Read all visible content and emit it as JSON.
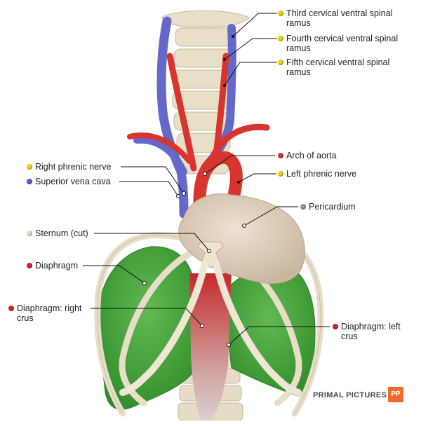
{
  "labels": {
    "third_cervical": "Third cervical ventral spinal ramus",
    "fourth_cervical": "Fourth cervical ventral spinal ramus",
    "fifth_cervical": "Fifth cervical ventral spinal ramus",
    "right_phrenic": "Right phrenic nerve",
    "svc": "Superior vena cava",
    "arch_aorta": "Arch of aorta",
    "left_phrenic": "Left phrenic nerve",
    "pericardium": "Pericardium",
    "sternum": "Sternum (cut)",
    "diaphragm": "Diaphragm",
    "right_crus": "Diaphragm: right crus",
    "left_crus": "Diaphragm: left crus"
  },
  "brand": {
    "name": "PRIMAL PICTURES",
    "logo": "PP"
  },
  "colors": {
    "nerve": "#f2d21b",
    "vein": "#5a5fc8",
    "artery": "#d23a3a",
    "pericardium": "#9a9a9a",
    "bone": "#e8dcc6",
    "muscle": "#d22a2a",
    "diaphragm": "#4aa43c"
  }
}
